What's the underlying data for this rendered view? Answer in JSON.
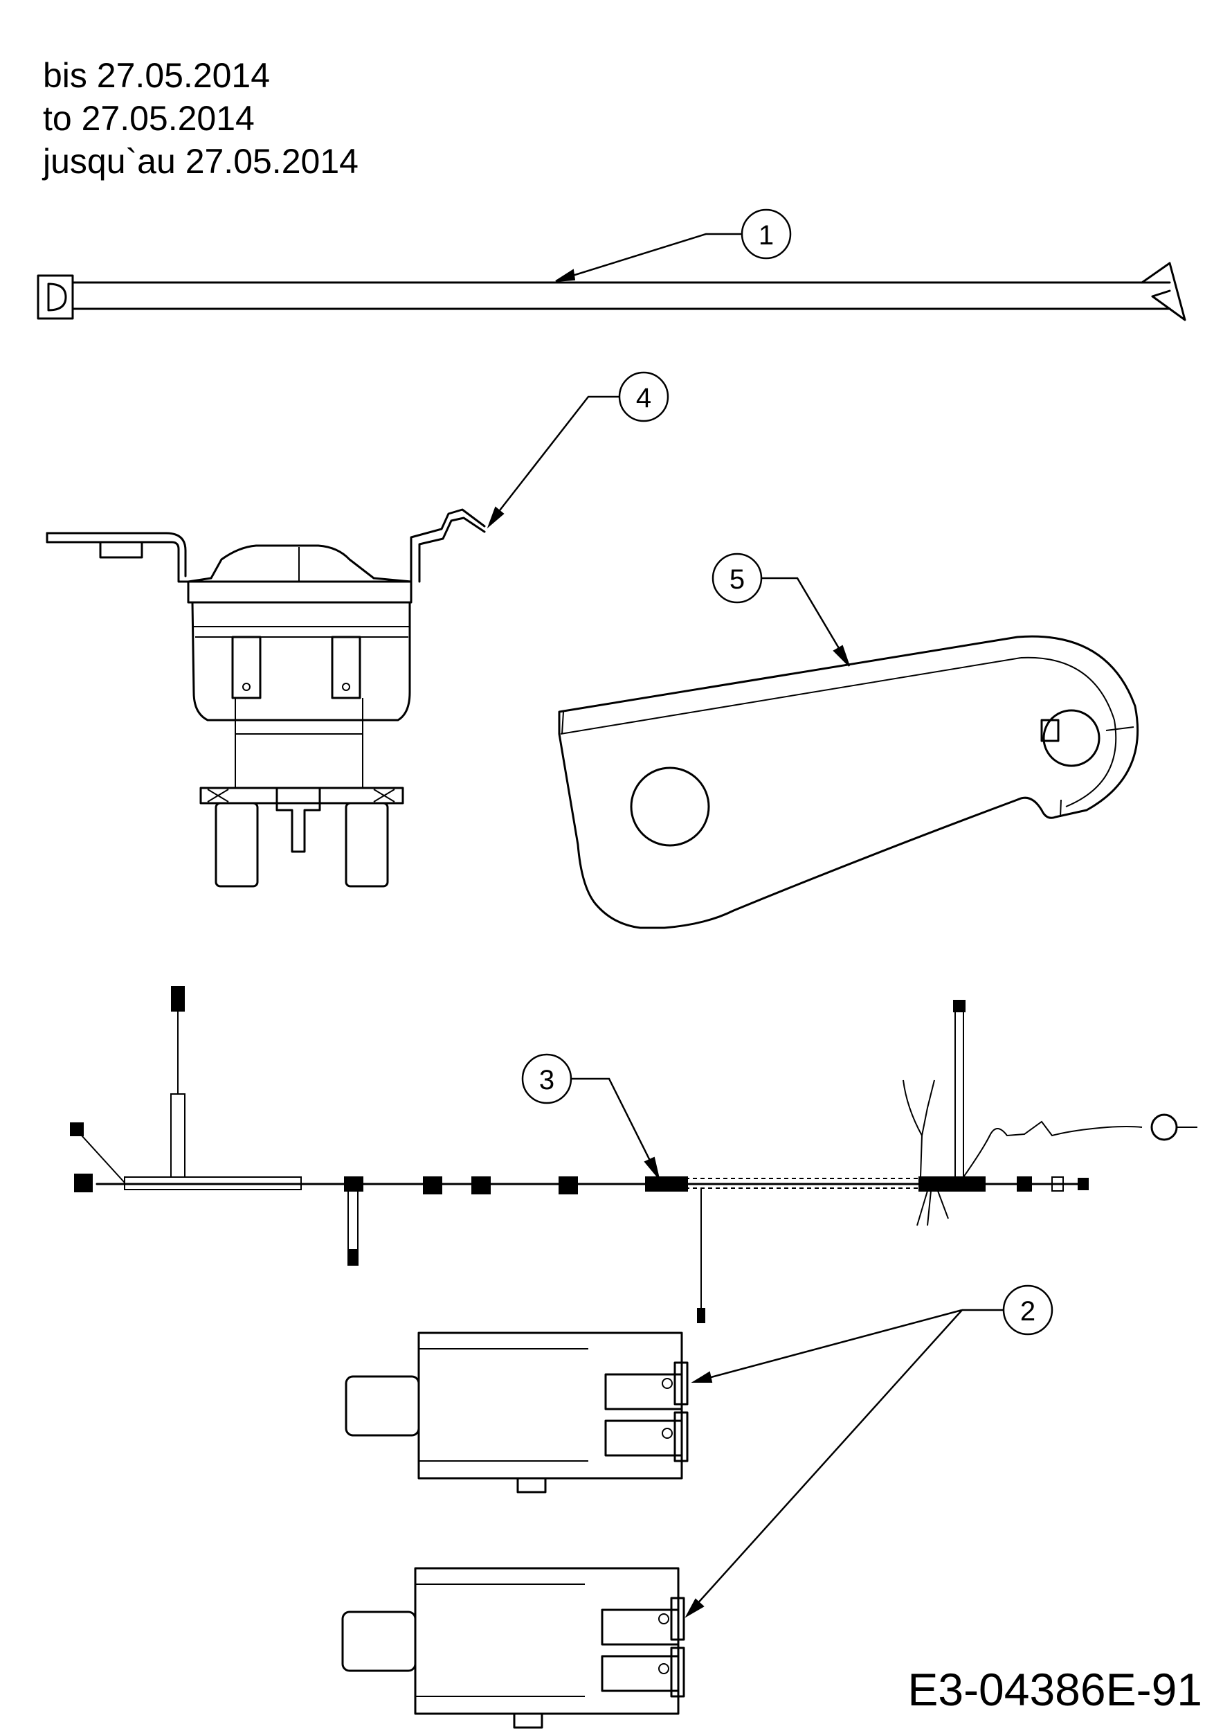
{
  "validity": {
    "line_de": "bis 27.05.2014",
    "line_en": "to 27.05.2014",
    "line_fr": "jusqu`au 27.05.2014"
  },
  "callouts": {
    "c1": "1",
    "c2": "2",
    "c3": "3",
    "c4": "4",
    "c5": "5"
  },
  "drawing_number": "E3-04386E-91"
}
